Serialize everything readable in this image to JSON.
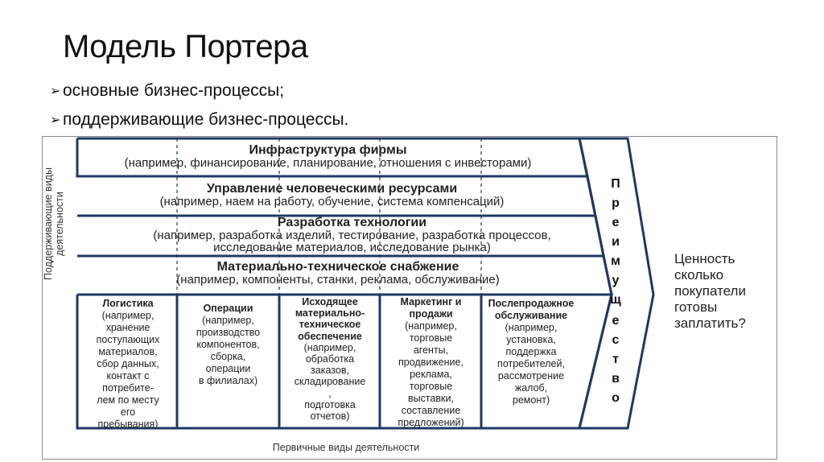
{
  "slide": {
    "title": "Модель Портера",
    "bullets": [
      "основные бизнес-процессы;",
      "поддерживающие бизнес-процессы."
    ],
    "bullet_icon": "arrow-bullet-icon"
  },
  "diagram": {
    "support_side_label": "Поддерживающие виды деятельности",
    "primary_bottom_label": "Первичные виды деятельности",
    "support_activities": [
      {
        "title": "Инфраструктура фирмы",
        "desc": "(например, финансирование, планирование, отношения с инвесторами)"
      },
      {
        "title": "Управление человеческими ресурсами",
        "desc": "(например, наем на работу, обучение, система компенсаций)"
      },
      {
        "title": "Разработка технологии",
        "desc": "(например, разработка изделий, тестирование, разработка процессов, исследование материалов, исследование рынка)"
      },
      {
        "title": "Материально-техническое снабжение",
        "desc": "(например, компоненты, станки, реклама, обслуживание)"
      }
    ],
    "primary_activities": [
      {
        "title": "Логистика",
        "lines": [
          "(например,",
          "хранение",
          "поступающих",
          "материалов,",
          "сбор данных,",
          "контакт с",
          "потребите-",
          "лем по месту",
          "его",
          "пребывания)"
        ]
      },
      {
        "title": "Операции",
        "lines": [
          "(например,",
          "производство",
          "компонентов,",
          "сборка,",
          "операции",
          "в филиалах)"
        ]
      },
      {
        "title": "Исходящее материально-техническое обеспечение",
        "lines": [
          "(например,",
          "обработка",
          "заказов,",
          "складирование",
          ",",
          "подготовка",
          "отчетов)"
        ]
      },
      {
        "title": "Маркетинг и продажи",
        "lines": [
          "(например,",
          "торговые",
          "агенты,",
          "продвижение,",
          "реклама,",
          "торговые",
          "выставки,",
          "составление",
          "предложений)"
        ]
      },
      {
        "title": "Послепродажное обслуживание",
        "lines": [
          "(например,",
          "установка,",
          "поддержка",
          "потребителей,",
          "рассмотрение",
          "жалоб,",
          "ремонт)"
        ]
      }
    ],
    "margin_letters": [
      "П",
      "р",
      "е",
      "и",
      "м",
      "у",
      "щ",
      "е",
      "с",
      "т",
      "в",
      "о"
    ],
    "value_text": [
      "Ценность",
      "сколько",
      "покупатели",
      "готовы",
      "заплатить?"
    ],
    "line_color": "#1f3864"
  }
}
